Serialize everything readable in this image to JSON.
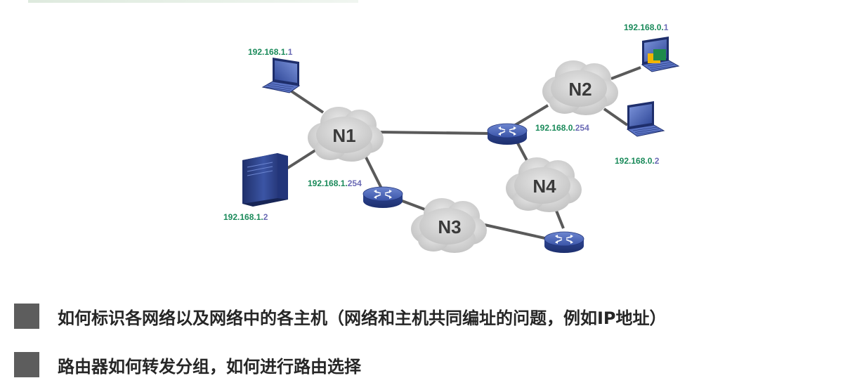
{
  "networks": {
    "n1": "N1",
    "n2": "N2",
    "n3": "N3",
    "n4": "N4"
  },
  "router_text": "ROUTER",
  "ips": {
    "host_1_1": {
      "prefix": "192.168.1.",
      "suffix": "1"
    },
    "host_1_2": {
      "prefix": "192.168.1.",
      "suffix": "2"
    },
    "router_1_254": {
      "prefix": "192.168.1.",
      "suffix": "254"
    },
    "host_0_1": {
      "prefix": "192.168.0.",
      "suffix": "1"
    },
    "router_0_254": {
      "prefix": "192.168.0.",
      "suffix": "254"
    },
    "host_0_2": {
      "prefix": "192.168.0.",
      "suffix": "2"
    }
  },
  "colors": {
    "ip_prefix": "#1a8a5a",
    "ip_suffix": "#6b6bb5",
    "bullet": "#5d5d5d",
    "link": "#5a5a5a",
    "cloud": "#d4d4d4",
    "router": "#3c55a5"
  },
  "bullets": [
    "如何标识各网络以及网络中的各主机（网络和主机共同编址的问题，例如IP地址）",
    "路由器如何转发分组，如何进行路由选择"
  ]
}
